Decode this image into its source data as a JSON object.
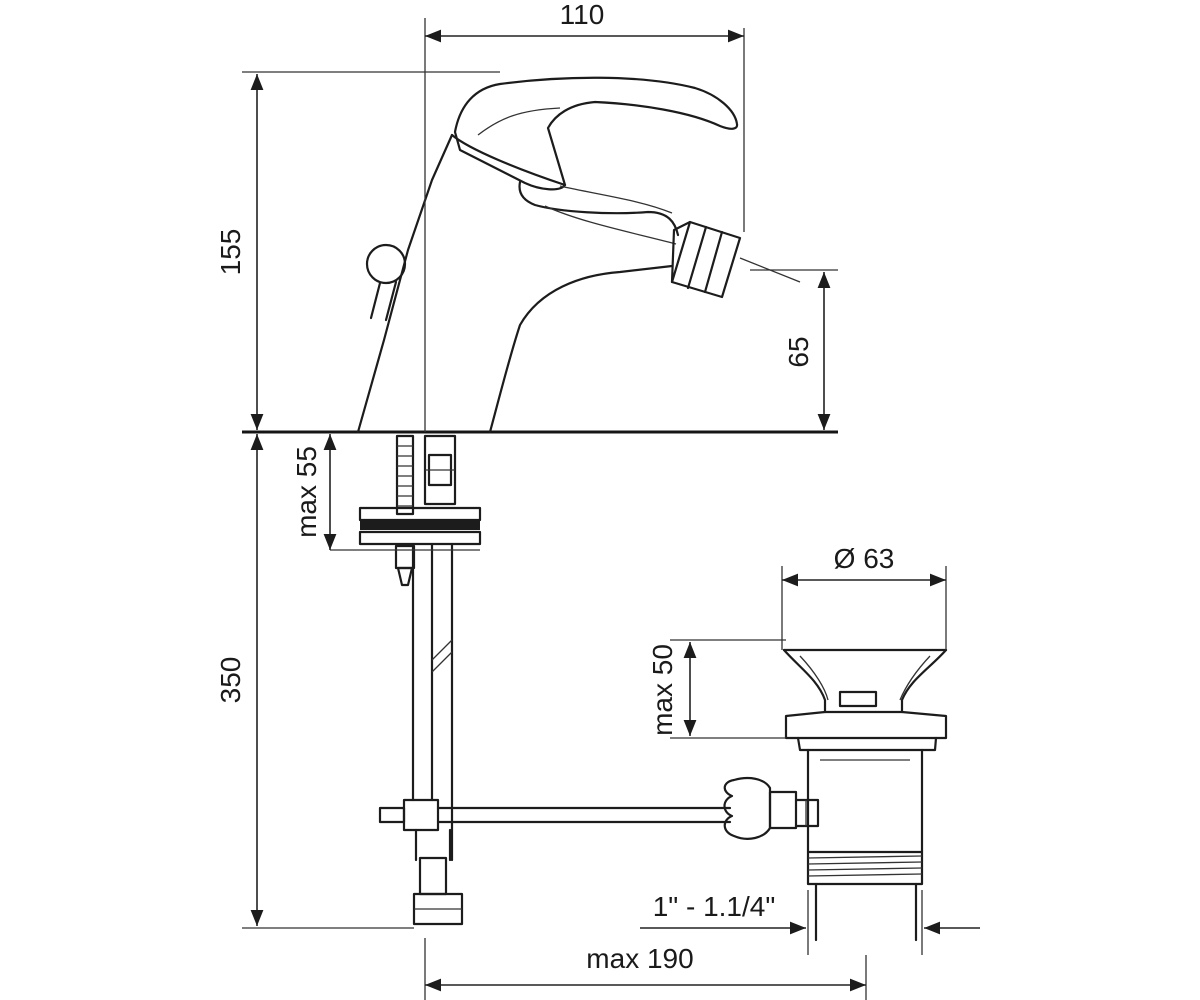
{
  "dimensions": {
    "width_top": "110",
    "height_spout": "155",
    "height_outlet": "65",
    "thickness_mount": "max 55",
    "length_rod": "350",
    "waste_diameter": "Ø 63",
    "waste_height": "max 50",
    "thread_size": "1\" - 1.1/4\"",
    "spacing_max": "max 190"
  }
}
